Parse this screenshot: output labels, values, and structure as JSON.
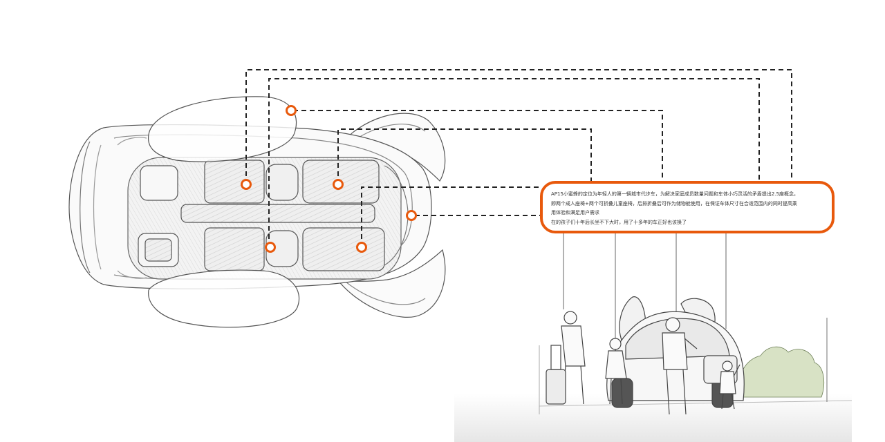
{
  "description": {
    "lines": [
      "AP15小蜜蜂的定位为年轻人的第一辆城市代步车，为解决家庭成员数量问题和车体小巧灵活的矛盾提出2.5座概念，",
      "即两个成人座椅+两个可折叠儿童座椅，后排折叠后可作为储物舱使用，在保证车体尺寸在合适范围内的同时提高乘",
      "用体验和满足用户需求",
      "在的孩子们十年后长坐不下大时，用了十多年的车正好也该换了"
    ]
  },
  "colors": {
    "accent": "#e8590c",
    "line": "#222222",
    "sketch": "#555555",
    "shade": "#e9e9e9",
    "foliage": "#b8cc98"
  },
  "hotspots": [
    {
      "name": "hotspot-front-door"
    },
    {
      "name": "hotspot-rear-left-seat"
    },
    {
      "name": "hotspot-front-left-seat"
    },
    {
      "name": "hotspot-rear-right-seat"
    },
    {
      "name": "hotspot-front-right-seat"
    },
    {
      "name": "hotspot-trunk"
    }
  ]
}
